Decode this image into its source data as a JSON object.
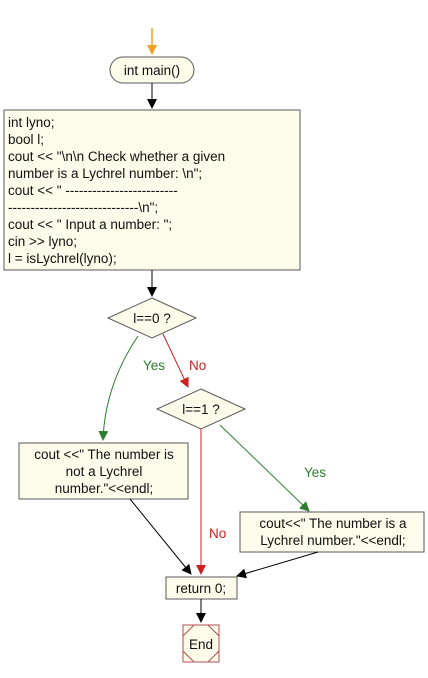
{
  "flowchart": {
    "start": {
      "label": "int main()"
    },
    "process": {
      "lines": [
        "int lyno;",
        "bool l;",
        "cout << \"\\n\\n Check whether a given",
        "number is a Lychrel number: \\n\";",
        "cout << \" -------------------------",
        "-----------------------------\\n\";",
        "cout << \" Input a number: \";",
        "cin >> lyno;",
        "l = isLychrel(lyno);"
      ]
    },
    "decision1": {
      "label": "l==0 ?"
    },
    "decision2": {
      "label": "l==1 ?"
    },
    "output_not": {
      "lines": [
        "cout <<\" The number is",
        "not a Lychrel",
        "number.\"<<endl;"
      ]
    },
    "output_is": {
      "lines": [
        "cout<<\" The number is a",
        "Lychrel number.\"<<endl;"
      ]
    },
    "return": {
      "label": "return 0;"
    },
    "end": {
      "label": "End"
    },
    "edges": {
      "yes1": "Yes",
      "no1": "No",
      "yes2": "Yes",
      "no2": "No"
    },
    "colors": {
      "node_fill": "#fdfbea",
      "node_stroke": "#5a5a5a",
      "end_stroke": "#b05050",
      "yes_color": "#2e7d2e",
      "no_color": "#cc2020",
      "arrow_color": "#000000",
      "start_arrow": "#f0a020"
    }
  }
}
